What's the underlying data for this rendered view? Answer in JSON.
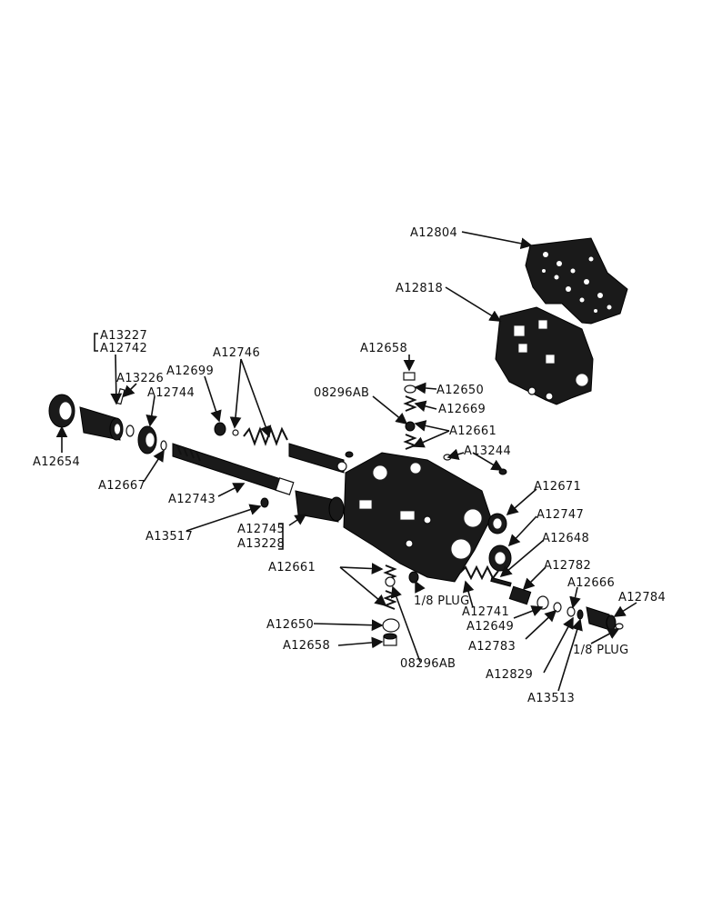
{
  "labels": {
    "a12804": "A12804",
    "a12818": "A12818",
    "a13227": "A13227",
    "a12742": "A12742",
    "a12746": "A12746",
    "a12658_top": "A12658",
    "a13226": "A13226",
    "a12699": "A12699",
    "a12744": "A12744",
    "a12650_top": "A12650",
    "o8296ab_top": "08296AB",
    "a12669": "A12669",
    "a12661_top": "A12661",
    "a12654": "A12654",
    "a13244": "A13244",
    "a12667": "A12667",
    "a12671": "A12671",
    "a12743": "A12743",
    "a12747": "A12747",
    "a13517": "A13517",
    "a12745": "A12745",
    "a13228": "A13228",
    "a12648": "A12648",
    "a12782": "A12782",
    "a12661_bottom": "A12661",
    "a12666": "A12666",
    "a12784": "A12784",
    "plug_left": "1/8 PLUG",
    "a12741": "A12741",
    "a12649": "A12649",
    "a12650_bottom": "A12650",
    "a12783": "A12783",
    "plug_right": "1/8 PLUG",
    "a12658_bottom": "A12658",
    "o8296ab_bottom": "08296AB",
    "a12829": "A12829",
    "a13513": "A13513"
  }
}
